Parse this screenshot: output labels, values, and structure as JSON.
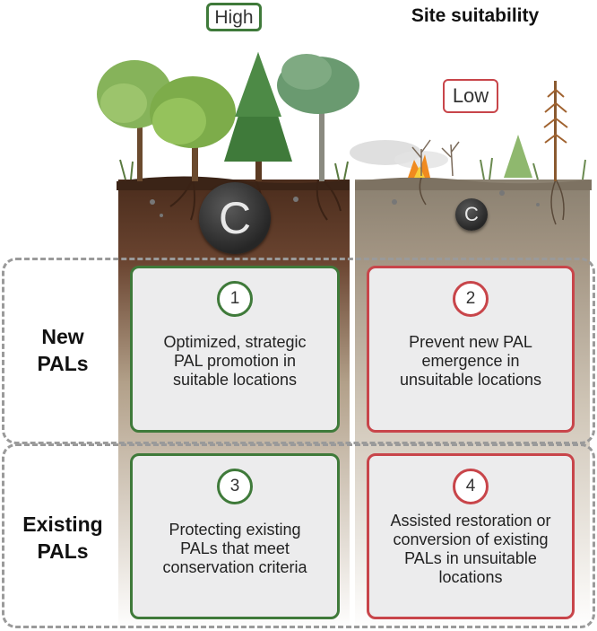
{
  "header": {
    "high_label": "High",
    "low_label": "Low",
    "site_suitability": "Site suitability"
  },
  "soil_markers": {
    "high_c": "C",
    "low_c": "C"
  },
  "rows": [
    {
      "label": "New\nPALs"
    },
    {
      "label": "Existing\nPALs"
    }
  ],
  "cards": [
    {
      "number": "1",
      "text": "Optimized, strategic\nPAL promotion in\nsuitable locations"
    },
    {
      "number": "2",
      "text": "Prevent new PAL\nemergence in\nunsuitable locations"
    },
    {
      "number": "3",
      "text": "Protecting existing\nPALs that meet\nconservation criteria"
    },
    {
      "number": "4",
      "text": "Assisted restoration or\nconversion of existing\nPALs in unsuitable\nlocations"
    }
  ],
  "colors": {
    "high": "#3f7a3a",
    "low": "#c8454a",
    "card_fill": "#ececed",
    "soil_high": "#5e3a26",
    "soil_low": "#a89a88"
  }
}
